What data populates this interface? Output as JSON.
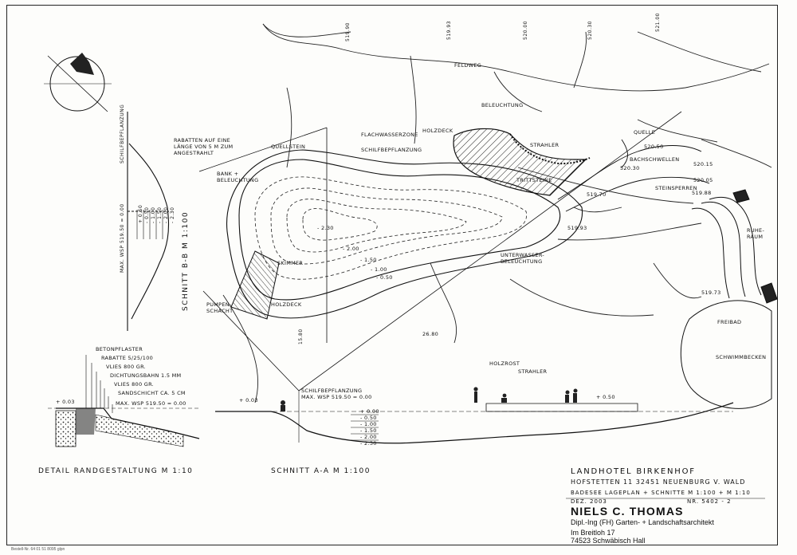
{
  "title_block": {
    "project": "LANDHOTEL BIRKENHOF",
    "address_line": "HOFSTETTEN 11   32451 NEUENBURG V. WALD",
    "plan_line": "BADESEE  LAGEPLAN + SCHNITTE  M 1:100 + M 1:10",
    "date": "DEZ. 2003",
    "plan_no": "NR. 5402 - 2",
    "firm_name": "NIELS C. THOMAS",
    "firm_subtitle": "Dipl.-Ing (FH) Garten- + Landschaftsarchitekt",
    "street": "Im Breitloh 17",
    "city": "74523 Schwäbisch Hall"
  },
  "section_titles": {
    "detail": "DETAIL RANDGESTALTUNG  M 1:10",
    "schnitt_a": "SCHNITT A-A   M 1:100",
    "schnitt_b": "SCHNITT B-B   M 1:100"
  },
  "plan_labels": {
    "feldweg": "FELDWEG",
    "beleuchtung": "BELEUCHTUNG",
    "holzdeck_top": "HOLZDECK",
    "flachwasserzone": "FLACHWASSERZONE",
    "schilfbepflanzung": "SCHILFBEPFLANZUNG",
    "rabatten": "RABATTEN AUF EINE LÄNGE VON 5 m ZUM ANGESTRAHLT",
    "quellstein": "QUELLSTEIN",
    "bank": "BANK + BELEUCHTUNG",
    "trittsteine": "TRITTSTEINE",
    "strahler": "STRAHLER",
    "quelle": "QUELLE",
    "bachschwellen": "BACHSCHWELLEN",
    "steinsperren": "STEINSPERREN",
    "unterwasser": "UNTERWASSER- BELEUCHTUNG",
    "skimmer": "SKIMMER",
    "pumpenschacht": "PUMPEN- SCHACHT",
    "holzdeck_left": "HOLZDECK",
    "ruheraum": "RUHE- RAUM",
    "freibad": "FREIBAD",
    "schwimmbecken": "SCHWIMMBECKEN",
    "holzrost": "HOLZROST",
    "strahler_sec": "STRAHLER",
    "schilf_sec": "SCHILFBEPFLANZUNG  MAX. WSP  519.50 = 0.00"
  },
  "elevations": {
    "h1": "519.90",
    "h2": "519.93",
    "h3": "520.00",
    "h4": "520.30",
    "h5": "521.00",
    "q1": "520.50",
    "q2": "520.30",
    "q3": "520.15",
    "q4": "520.05",
    "q5": "519.88",
    "q6": "519.70",
    "q7": "519.93",
    "q8": "519.73",
    "depth1": "- 2.30",
    "depth2": "- 2.00",
    "depth3": "- 1.50",
    "depth4": "- 1.00",
    "depth5": "- 0.50",
    "dist1": "26.80",
    "dist2": "15.80"
  },
  "detail_labels": {
    "l1": "BETONPFLASTER",
    "l2": "RABATTE  5/25/100",
    "l3": "VLIES  800 gr.",
    "l4": "DICHTUNGSBAHN  1.5 mm",
    "l5": "VLIES  800 gr.",
    "l6": "SANDSCHICHT  ca. 5 cm",
    "l7": "MAX. WSP  519.50 = 0.00",
    "l8": "+ 0.03"
  },
  "section_a_levels": [
    "+ 0.00",
    "- 0.50",
    "- 1.00",
    "- 1.50",
    "- 2.00",
    "- 2.30"
  ],
  "section_b_levels": [
    "+ 0.50",
    "- 0.50",
    "- 1.00",
    "- 1.50",
    "- 2.00",
    "- 2.30"
  ],
  "section_b_note": "MAX. WSP  519.50 = 0.00",
  "section_b_note2": "SCHILFBEPFLANZUNG",
  "footer_note": "Bestell-Nr. 64 01 51  8095 glpn"
}
